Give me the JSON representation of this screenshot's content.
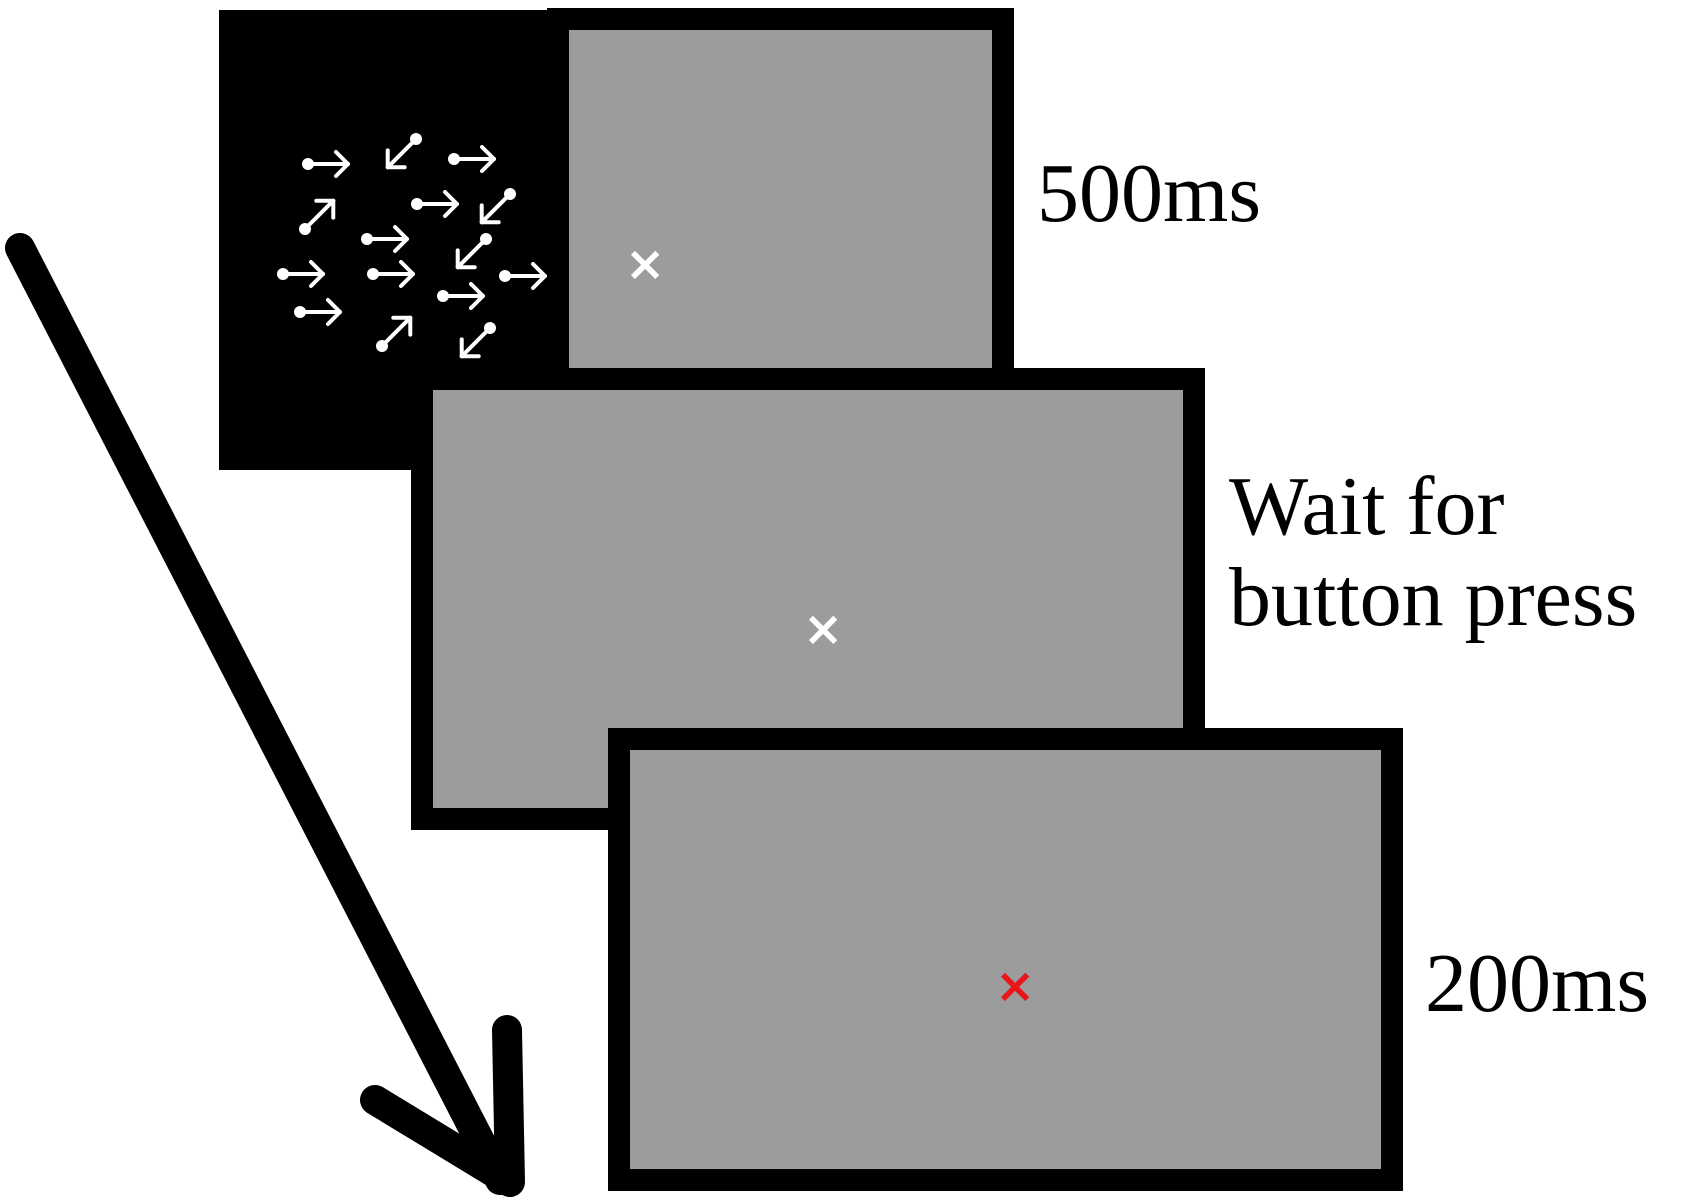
{
  "colors": {
    "frame": "#000000",
    "screen_gray": "#9c9c9c",
    "fixation_white": "#ffffff",
    "fixation_red": "#e8151b"
  },
  "screens": [
    {
      "fixation_symbol": "×",
      "fixation_color": "white",
      "duration_label": "500ms",
      "has_stimulus": true,
      "stimulus": "random-dot-arrows"
    },
    {
      "fixation_symbol": "×",
      "fixation_color": "white",
      "duration_label_line1": "Wait for",
      "duration_label_line2": "button press"
    },
    {
      "fixation_symbol": "×",
      "fixation_color": "red",
      "duration_label": "200ms"
    }
  ],
  "icons": {
    "time_arrow": "time-arrow-icon",
    "motion_dot": "dot-arrow-icon"
  }
}
